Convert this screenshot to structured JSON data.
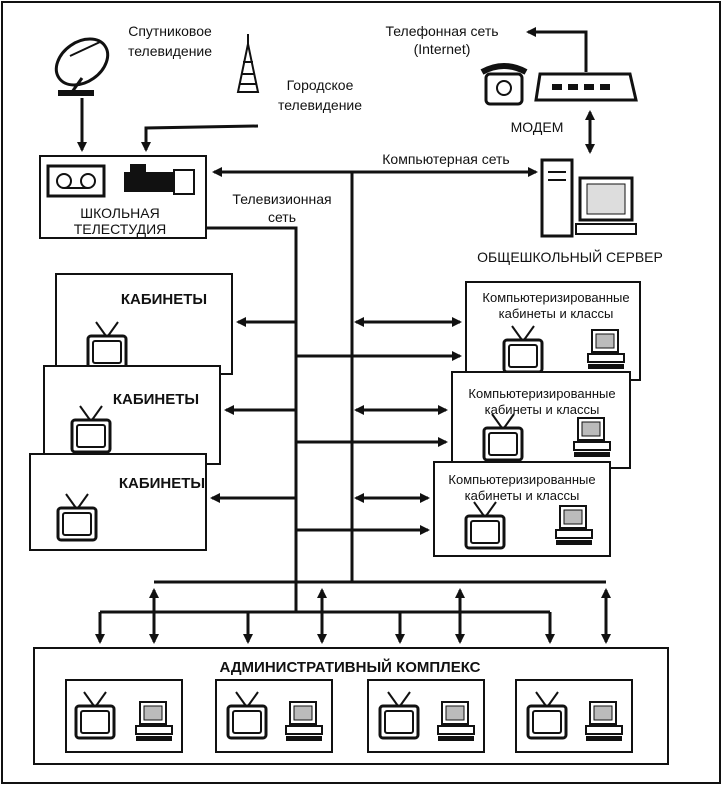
{
  "satellite_tv": [
    "Спутниковое",
    "телевидение"
  ],
  "city_tv": [
    "Городское",
    "телевидение"
  ],
  "phone_net": [
    "Телефонная сеть",
    "(Internet)"
  ],
  "modem": "МОДЕМ",
  "computer_net": "Компьютерная сеть",
  "tv_net": [
    "Телевизионная",
    "сеть"
  ],
  "studio": [
    "ШКОЛЬНАЯ",
    "ТЕЛЕСТУДИЯ"
  ],
  "server": "ОБЩЕШКОЛЬНЫЙ СЕРВЕР",
  "cabinets": [
    "КАБИНЕТЫ",
    "КАБИНЕТЫ",
    "КАБИНЕТЫ"
  ],
  "computer_classes": [
    [
      "Компьютеризированные",
      "кабинеты и классы"
    ],
    [
      "Компьютеризированные",
      "кабинеты и классы"
    ],
    [
      "Компьютеризированные",
      "кабинеты и классы"
    ]
  ],
  "admin": "АДМИНИСТРАТИВНЫЙ КОМПЛЕКС",
  "icons": [
    "satellite-dish-icon",
    "tv-tower-icon",
    "telephone-icon",
    "modem-icon",
    "vcr-icon",
    "video-camera-icon",
    "server-computer-icon",
    "tv-icon",
    "pc-icon"
  ]
}
